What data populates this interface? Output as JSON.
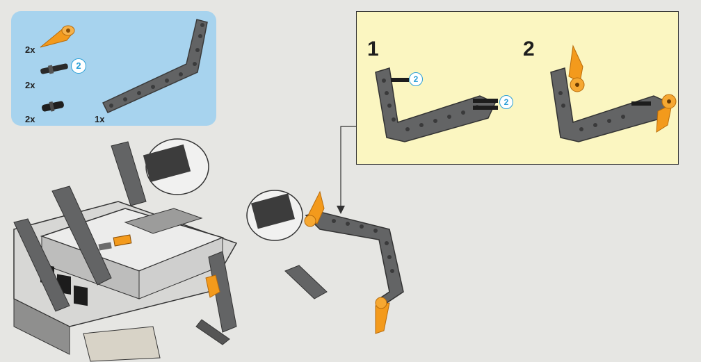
{
  "parts_list": {
    "items": [
      {
        "name": "orange-blade",
        "quantity": "2x"
      },
      {
        "name": "long-pin",
        "quantity": "2x",
        "badge": "2"
      },
      {
        "name": "short-pin",
        "quantity": "2x"
      },
      {
        "name": "bent-beam",
        "quantity": "1x"
      }
    ]
  },
  "steps": [
    {
      "number": "1",
      "badges": [
        "2",
        "2"
      ]
    },
    {
      "number": "2"
    }
  ],
  "colors": {
    "parts_panel": "#a7d3ee",
    "steps_panel": "#fbf6c1",
    "beam": "#5f6061",
    "accent_orange": "#f4a020",
    "badge_blue": "#2a9fd6"
  }
}
